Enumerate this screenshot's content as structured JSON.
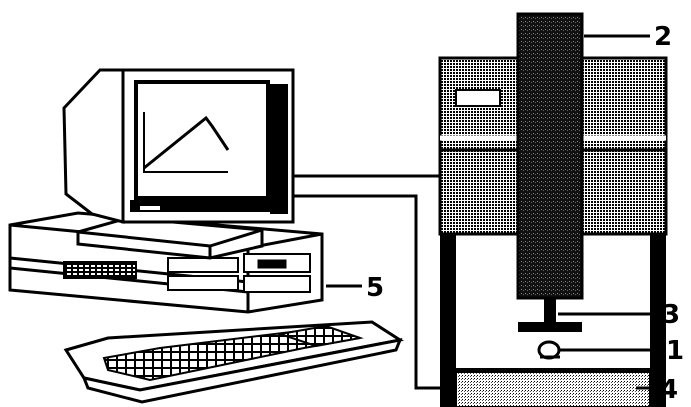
{
  "labels": {
    "l1": "1",
    "l2": "2",
    "l3": "3",
    "l4": "4",
    "l5": "5"
  },
  "colors": {
    "ink": "#000000",
    "paper": "#ffffff"
  }
}
